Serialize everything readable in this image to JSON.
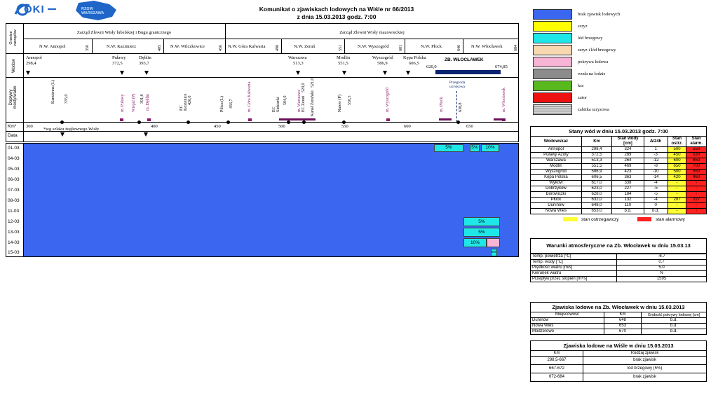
{
  "header": {
    "title": "Komunikat o zjawiskach lodowych na Wiśle nr 66/2013",
    "subtitle": "z dnia 15.03.2013 godz. 7:00",
    "logo1": "OKI",
    "logo2": "RZGW WARSZAWA"
  },
  "row_labels": {
    "granice": "Granice zarządów",
    "wodow": "Wodow",
    "doplywy": "Dopływy mosty/wałek",
    "km": "Km*",
    "data": "Data"
  },
  "zarzady": [
    "Zarząd Zlewni Wisły lubelskiej i Bugu granicznego",
    "Zarząd Zlewni Wisły mazowieckiej"
  ],
  "nw": [
    {
      "name": "N.W. Annopol",
      "km": "350"
    },
    {
      "name": "N.W. Kazimierz",
      "km": "405"
    },
    {
      "name": "N.W. Wilczkowice",
      "km": "456"
    },
    {
      "name": "N.W. Góra Kalwaria",
      "km": "498"
    },
    {
      "name": "N.W. Zerań",
      "km": "551"
    },
    {
      "name": "N.W. Wyszogród",
      "km": "601"
    },
    {
      "name": "N.W. Płock",
      "km": "646"
    },
    {
      "name": "N.W. Włocławek",
      "km": "684"
    }
  ],
  "gauges": [
    {
      "name": "Annopol",
      "km": "298,4"
    },
    {
      "name": "Puławy",
      "km": "372,5"
    },
    {
      "name": "Dęblin",
      "km": "393,7"
    },
    {
      "name": "Warszawa",
      "km": "513,3"
    },
    {
      "name": "Modlin",
      "km": "551,5"
    },
    {
      "name": "Wyszogród",
      "km": "586,9"
    },
    {
      "name": "Kępa Polska",
      "km": "606,5"
    }
  ],
  "reservoir": {
    "name": "ZB. WŁOCŁAWEK",
    "km_from": "620,0",
    "km_to": "674,85"
  },
  "doplywy": [
    {
      "name": "Kamienna (L)",
      "km": "335,0"
    },
    {
      "name": "m. Puławy",
      "km": ""
    },
    {
      "name": "Wieprz (P)",
      "km": "391,8"
    },
    {
      "name": "m. Dęblin",
      "km": ""
    },
    {
      "name": "EC Kozienice",
      "km": "426,0"
    },
    {
      "name": "Pilica (L)",
      "km": "456,7"
    },
    {
      "name": "m. Góra Kalwaria",
      "km": ""
    },
    {
      "name": "EC Siekierki",
      "km": "504,0"
    },
    {
      "name": "m. Warszawa",
      "km": ""
    },
    {
      "name": "EC Żerań",
      "km": "520,0"
    },
    {
      "name": "Kanał Żerański",
      "km": "521,0"
    },
    {
      "name": "Narew (P)",
      "km": "550,5"
    },
    {
      "name": "m. Wyszogród",
      "km": ""
    },
    {
      "name": "m. Płock",
      "km": ""
    },
    {
      "name": "Przegroda uzyskowa",
      "km": "638,8"
    },
    {
      "name": "m. Włocławek",
      "km": ""
    }
  ],
  "km_scale": [
    "300",
    "350",
    "400",
    "450",
    "500",
    "550",
    "600",
    "650"
  ],
  "km_note": "*wg szlaku żeglownego Wisły",
  "days": [
    {
      "date": "01-03",
      "segs": [
        {
          "label": "5%"
        },
        {
          "label": "5%"
        },
        {
          "label": "10%"
        }
      ]
    },
    {
      "date": "04-03",
      "segs": []
    },
    {
      "date": "05-03",
      "segs": []
    },
    {
      "date": "06-03",
      "segs": []
    },
    {
      "date": "07-03",
      "segs": []
    },
    {
      "date": "08-03",
      "segs": []
    },
    {
      "date": "11-03",
      "segs": []
    },
    {
      "date": "12-03",
      "segs": [
        {
          "label": "5%"
        }
      ]
    },
    {
      "date": "13-03",
      "segs": [
        {
          "label": "5%"
        }
      ]
    },
    {
      "date": "14-03",
      "segs": [
        {
          "label": "10%"
        },
        {
          "label": ""
        }
      ]
    },
    {
      "date": "15-03",
      "segs": [
        {
          "label": "5%"
        }
      ]
    }
  ],
  "legend": [
    {
      "label": "brak zjawisk lodowych",
      "color": "#3a66f0"
    },
    {
      "label": "szryz",
      "color": "#ffff00"
    },
    {
      "label": "lód brzegowy",
      "color": "#1fe7e7"
    },
    {
      "label": "szryz i lód brzegowy",
      "color": "#f8d8b0"
    },
    {
      "label": "pokrywa lodowa",
      "color": "#f7b4d4"
    },
    {
      "label": "woda na lodzie",
      "color": "#8c8c8c"
    },
    {
      "label": "kra",
      "color": "#58b81e"
    },
    {
      "label": "zator",
      "color": "#ee1111"
    },
    {
      "label": "zabitka szryzowa",
      "color": "#b8b8b8"
    }
  ],
  "stany": {
    "title": "Stany wód w dniu 15.03.2013 godz. 7:00",
    "headers": [
      "Wodowskaz",
      "Km",
      "Stan wody [cm]",
      "Δ/24h",
      "Stan ostrz.",
      "Stan alarm."
    ],
    "rows": [
      [
        "Annopol",
        "298,4",
        "324",
        "1",
        "500",
        "550"
      ],
      [
        "Puławy Azoty",
        "372,5",
        "289",
        "-3",
        "450",
        "530"
      ],
      [
        "Warszawa",
        "513,3",
        "264",
        "-12",
        "600",
        "650"
      ],
      [
        "Modlin",
        "551,5",
        "469",
        "-8",
        "650",
        "700"
      ],
      [
        "Wyszogród",
        "586,9",
        "423",
        "-10",
        "500",
        "550"
      ],
      [
        "Kępa Polska",
        "606,5",
        "363",
        "-14",
        "420",
        "460"
      ],
      [
        "Wyków",
        "617,0",
        "338",
        "-4",
        "-",
        "-"
      ],
      [
        "Dobrzyków",
        "623,0",
        "227",
        "-5",
        "-",
        "-"
      ],
      [
        "Borowiczki",
        "628,0",
        "184",
        "-5",
        "-",
        "-"
      ],
      [
        "Płock",
        "632,0",
        "132",
        "-4",
        "207",
        "227"
      ],
      [
        "Duninów",
        "648,0",
        "110",
        "0",
        "-",
        "-"
      ],
      [
        "Nowa Wieś",
        "653,0",
        "b.d.",
        "b.d.",
        "-",
        "-"
      ]
    ],
    "legend_warn": "stan ostrzegawczy",
    "legend_alarm": "stan alarmowy"
  },
  "warunki": {
    "title": "Warunki atmosferyczne na Zb. Włocławek w dniu 15.03.13",
    "rows": [
      [
        "Temp. powietrza [°C]",
        "-6.7"
      ],
      [
        "Temp. wody [°C]",
        "0.7"
      ],
      [
        "Prędkość wiatru [m/s]",
        "5.0"
      ],
      [
        "Kierunek wiatru",
        "N"
      ],
      [
        "Przepływ przez stopień [m³/s]",
        "1595"
      ]
    ]
  },
  "zjawiska_zb": {
    "title": "Zjawiska lodowe na Zb. Włocławek w dniu 15.03.2013",
    "headers": [
      "Miejscowość",
      "Km",
      "Grubość pokrywy lodowej [cm]"
    ],
    "rows": [
      [
        "Duninów",
        "648",
        "b.d."
      ],
      [
        "Nowa Wieś",
        "653",
        "b.d."
      ],
      [
        "Modzerowo",
        "670",
        "b.d."
      ]
    ]
  },
  "zjawiska_wisla": {
    "title": "Zjawiska lodowe na Wiśle w dniu 15.03.2013",
    "headers": [
      "Km",
      "Rodzaj zjawisk"
    ],
    "rows": [
      [
        "298,5-667",
        "brak zjawisk"
      ],
      [
        "667-672",
        "lód brzegowy (5%)"
      ],
      [
        "672-684",
        "brak zjawisk"
      ]
    ]
  }
}
